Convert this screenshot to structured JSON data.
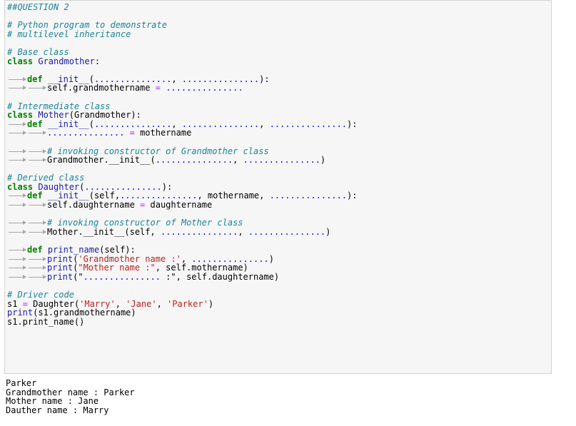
{
  "code_cell": {
    "lines": [
      {
        "indent": 0,
        "tokens": [
          {
            "t": "##QUESTION 2",
            "k": "cmt"
          }
        ]
      },
      {
        "indent": 0,
        "tokens": []
      },
      {
        "indent": 0,
        "tokens": [
          {
            "t": "# Python program to demonstrate",
            "k": "cmt"
          }
        ]
      },
      {
        "indent": 0,
        "tokens": [
          {
            "t": "# multilevel inheritance",
            "k": "cmt"
          }
        ]
      },
      {
        "indent": 0,
        "tokens": []
      },
      {
        "indent": 0,
        "tokens": [
          {
            "t": "# Base class",
            "k": "cmt"
          }
        ]
      },
      {
        "indent": 0,
        "tokens": [
          {
            "t": "class",
            "k": "kw"
          },
          {
            "t": " "
          },
          {
            "t": "Grandmother",
            "k": "def"
          },
          {
            "t": ":"
          }
        ]
      },
      {
        "indent": 0,
        "tokens": []
      },
      {
        "indent": 1,
        "tokens": [
          {
            "t": "def",
            "k": "kw"
          },
          {
            "t": " "
          },
          {
            "t": "__init__",
            "k": "def"
          },
          {
            "t": "("
          },
          {
            "t": "...............",
            "k": "dot"
          },
          {
            "t": ", "
          },
          {
            "t": "...............",
            "k": "dot"
          },
          {
            "t": "):"
          }
        ]
      },
      {
        "indent": 2,
        "tokens": [
          {
            "t": "self.grandmothername "
          },
          {
            "t": "=",
            "k": "op"
          },
          {
            "t": " "
          },
          {
            "t": "...............",
            "k": "dot"
          }
        ]
      },
      {
        "indent": 0,
        "tokens": []
      },
      {
        "indent": 0,
        "tokens": [
          {
            "t": "# Intermediate class",
            "k": "cmt"
          }
        ]
      },
      {
        "indent": 0,
        "tokens": [
          {
            "t": "class",
            "k": "kw"
          },
          {
            "t": " "
          },
          {
            "t": "Mother",
            "k": "def"
          },
          {
            "t": "(Grandmother):"
          }
        ]
      },
      {
        "indent": 1,
        "tokens": [
          {
            "t": "def",
            "k": "kw"
          },
          {
            "t": " "
          },
          {
            "t": "__init__",
            "k": "def"
          },
          {
            "t": "("
          },
          {
            "t": "...............",
            "k": "dot"
          },
          {
            "t": ", "
          },
          {
            "t": "...............",
            "k": "dot"
          },
          {
            "t": ", "
          },
          {
            "t": "...............",
            "k": "dot"
          },
          {
            "t": "):"
          }
        ]
      },
      {
        "indent": 2,
        "tokens": [
          {
            "t": "...............",
            "k": "dot"
          },
          {
            "t": " "
          },
          {
            "t": "=",
            "k": "op"
          },
          {
            "t": " mothername"
          }
        ]
      },
      {
        "indent": 0,
        "tokens": []
      },
      {
        "indent": 2,
        "tokens": [
          {
            "t": "# invoking constructor of Grandmother class",
            "k": "cmt"
          }
        ]
      },
      {
        "indent": 2,
        "tokens": [
          {
            "t": "Grandmother.__init__("
          },
          {
            "t": "...............",
            "k": "dot"
          },
          {
            "t": ", "
          },
          {
            "t": "...............",
            "k": "dot"
          },
          {
            "t": ")"
          }
        ]
      },
      {
        "indent": 0,
        "tokens": []
      },
      {
        "indent": 0,
        "tokens": [
          {
            "t": "# Derived class",
            "k": "cmt"
          }
        ]
      },
      {
        "indent": 0,
        "tokens": [
          {
            "t": "class",
            "k": "kw"
          },
          {
            "t": " "
          },
          {
            "t": "Daughter",
            "k": "def"
          },
          {
            "t": "("
          },
          {
            "t": "...............",
            "k": "dot"
          },
          {
            "t": "):"
          }
        ]
      },
      {
        "indent": 1,
        "tokens": [
          {
            "t": "def",
            "k": "kw"
          },
          {
            "t": " "
          },
          {
            "t": "__init__",
            "k": "def"
          },
          {
            "t": "(self,"
          },
          {
            "t": "...............",
            "k": "dot"
          },
          {
            "t": ", mothername, "
          },
          {
            "t": "...............",
            "k": "dot"
          },
          {
            "t": "):"
          }
        ]
      },
      {
        "indent": 2,
        "tokens": [
          {
            "t": "self.daughtername "
          },
          {
            "t": "=",
            "k": "op"
          },
          {
            "t": " daughtername"
          }
        ]
      },
      {
        "indent": 0,
        "tokens": []
      },
      {
        "indent": 2,
        "tokens": [
          {
            "t": "# invoking constructor of Mother class",
            "k": "cmt"
          }
        ]
      },
      {
        "indent": 2,
        "tokens": [
          {
            "t": "Mother.__init__(self, "
          },
          {
            "t": "...............",
            "k": "dot"
          },
          {
            "t": ", "
          },
          {
            "t": "...............",
            "k": "dot"
          },
          {
            "t": ")"
          }
        ]
      },
      {
        "indent": 0,
        "tokens": []
      },
      {
        "indent": 1,
        "tokens": [
          {
            "t": "def",
            "k": "kw"
          },
          {
            "t": " "
          },
          {
            "t": "print_name",
            "k": "def"
          },
          {
            "t": "(self):"
          }
        ]
      },
      {
        "indent": 2,
        "tokens": [
          {
            "t": "print",
            "k": "def"
          },
          {
            "t": "("
          },
          {
            "t": "'Grandmother name :'",
            "k": "str"
          },
          {
            "t": ", "
          },
          {
            "t": "...............",
            "k": "dot"
          },
          {
            "t": ")"
          }
        ]
      },
      {
        "indent": 2,
        "tokens": [
          {
            "t": "print",
            "k": "def"
          },
          {
            "t": "("
          },
          {
            "t": "\"Mother name :\"",
            "k": "str"
          },
          {
            "t": ", self.mothername)"
          }
        ]
      },
      {
        "indent": 2,
        "tokens": [
          {
            "t": "print",
            "k": "def"
          },
          {
            "t": "(\""
          },
          {
            "t": "...............",
            "k": "dot"
          },
          {
            "t": " :\", self.daughtername)"
          }
        ]
      },
      {
        "indent": 0,
        "tokens": []
      },
      {
        "indent": 0,
        "tokens": [
          {
            "t": "# Driver code",
            "k": "cmt"
          }
        ]
      },
      {
        "indent": 0,
        "tokens": [
          {
            "t": "s1 "
          },
          {
            "t": "=",
            "k": "op"
          },
          {
            "t": " Daughter("
          },
          {
            "t": "'Marry'",
            "k": "str"
          },
          {
            "t": ", "
          },
          {
            "t": "'Jane'",
            "k": "str"
          },
          {
            "t": ", "
          },
          {
            "t": "'Parker'",
            "k": "str"
          },
          {
            "t": ")"
          }
        ]
      },
      {
        "indent": 0,
        "tokens": [
          {
            "t": "print",
            "k": "def"
          },
          {
            "t": "(s1.grandmothername)"
          }
        ]
      },
      {
        "indent": 0,
        "tokens": [
          {
            "t": "s1.print_name()"
          }
        ]
      }
    ]
  },
  "output": {
    "lines": [
      "Parker",
      "Grandmother name : Parker",
      "Mother name : Jane",
      "Dauther name : Marry"
    ]
  },
  "colors": {
    "comment": "#1a8599",
    "keyword": "#008000",
    "name": "#1a1aa6",
    "dots": "#0000ff",
    "string": "#ba2121",
    "operator": "#aa22ff",
    "cell_background": "#f6f6f6"
  }
}
